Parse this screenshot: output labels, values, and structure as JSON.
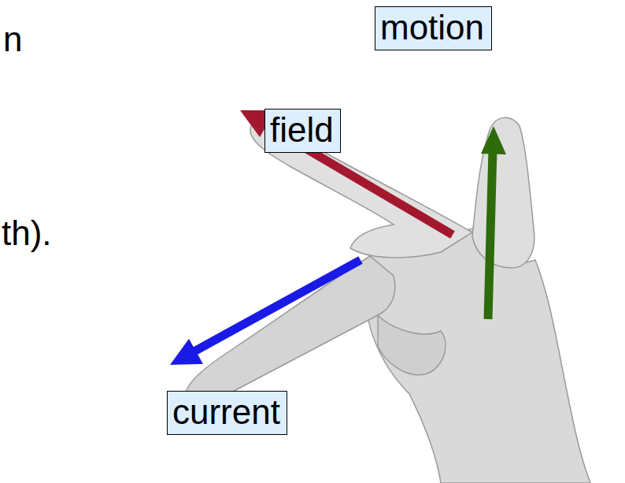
{
  "diagram": {
    "nodes": [
      {
        "text": [
          "motion"
        ]
      },
      {
        "text": [
          "field"
        ]
      },
      {
        "text": [
          "current"
        ]
      }
    ],
    "labels": [
      "n",
      "th)."
    ]
  }
}
